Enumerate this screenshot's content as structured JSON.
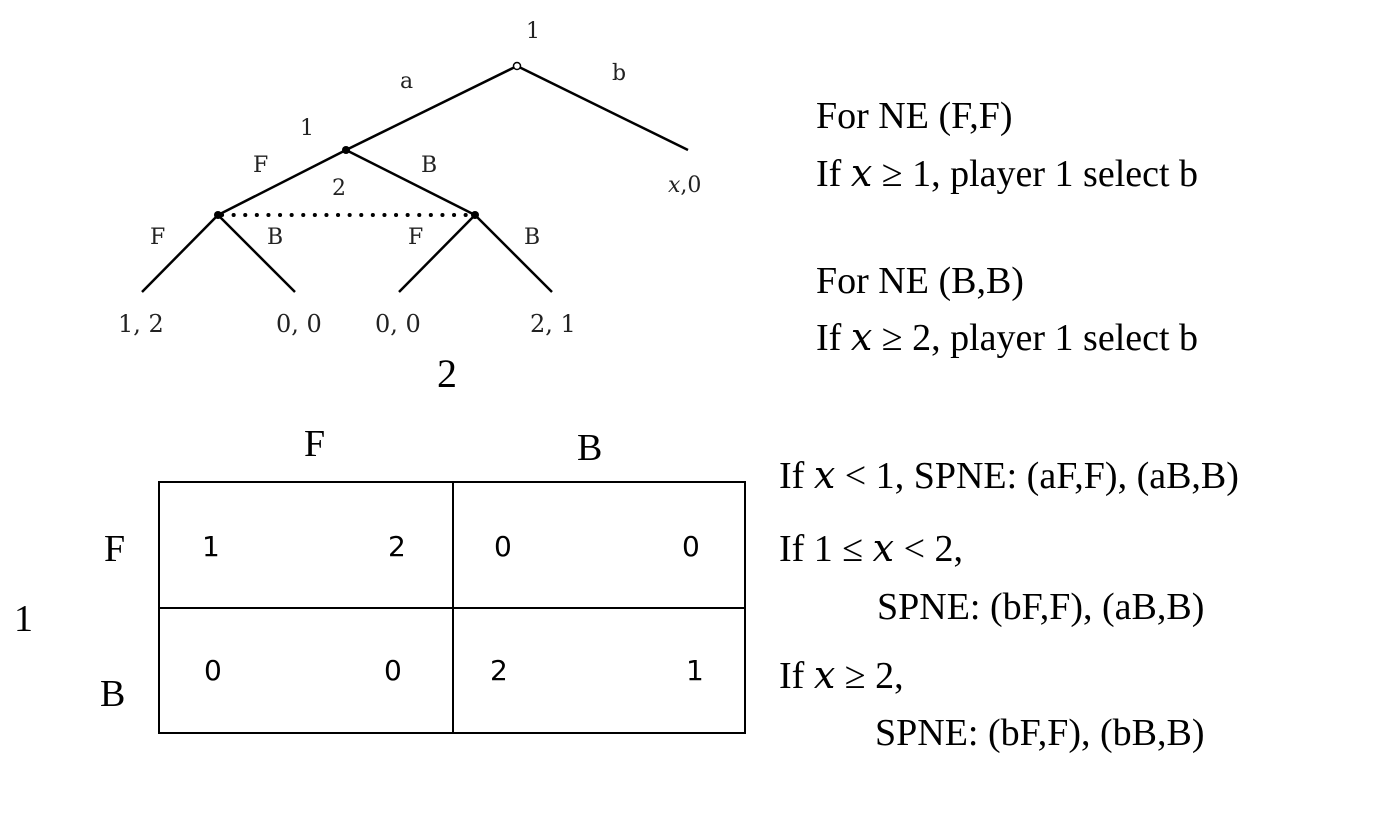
{
  "tree": {
    "root_player": "1",
    "root_actions": {
      "left": "a",
      "right": "b"
    },
    "second_node_player": "1",
    "second_node_actions": {
      "left": "F",
      "right": "B"
    },
    "info_set_player": "2",
    "leaf_actions": [
      "F",
      "B",
      "F",
      "B"
    ],
    "payoffs": [
      "1, 2",
      "0, 0",
      "0, 0",
      "2, 1"
    ],
    "outside_payoff": {
      "x": "x",
      "rest": ",0"
    }
  },
  "matrix": {
    "column_player": "2",
    "row_player": "1",
    "col_headers": [
      "F",
      "B"
    ],
    "row_headers": [
      "F",
      "B"
    ],
    "cells": [
      [
        {
          "p1": "1",
          "p2": "2"
        },
        {
          "p1": "0",
          "p2": "0"
        }
      ],
      [
        {
          "p1": "0",
          "p2": "0"
        },
        {
          "p1": "2",
          "p2": "1"
        }
      ]
    ]
  },
  "notes": {
    "ne_ff_title": "For NE  (F,F)",
    "ne_ff_line": {
      "pre": "If ",
      "var": "x",
      "rel": " ≥  1",
      "post": ", player 1 select b"
    },
    "ne_bb_title": "For NE  (B,B)",
    "ne_bb_line": {
      "pre": "If ",
      "var": "x",
      "rel": " ≥  2",
      "post": ", player 1 select b"
    },
    "spne1": {
      "pre": "If ",
      "var": "x",
      "rel": " <  1",
      "post": ", SPNE: (aF,F), (aB,B)"
    },
    "spne2": {
      "pre": "If 1 ≤ ",
      "var": "x",
      "rel": " < 2",
      "post": ","
    },
    "spne2_result": "SPNE: (bF,F), (aB,B)",
    "spne3": {
      "pre": "If ",
      "var": "x",
      "rel": " ≥ 2",
      "post": ","
    },
    "spne3_result": "SPNE: (bF,F), (bB,B)"
  }
}
